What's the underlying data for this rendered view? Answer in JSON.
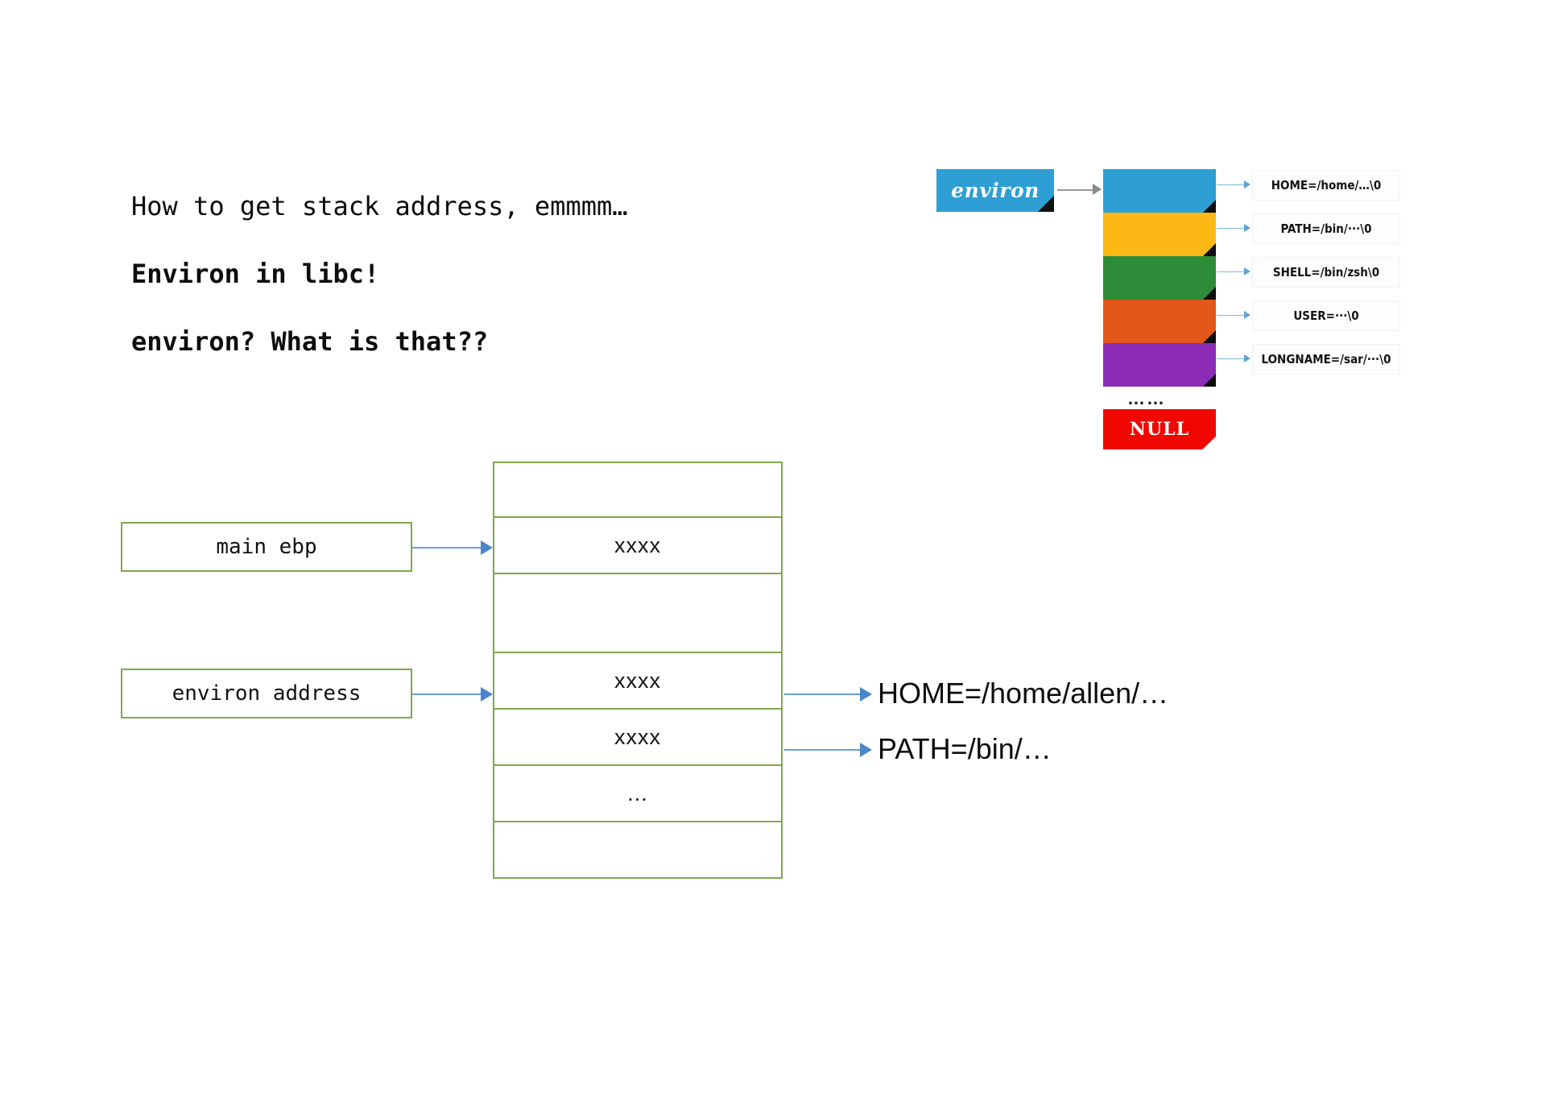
{
  "slide": {
    "lines": [
      {
        "id": "intro",
        "text": "How to get stack address, emmmm…"
      },
      {
        "id": "environ_libc",
        "text": "Environ in libc!"
      },
      {
        "id": "environ_q",
        "text": "environ? What is that??"
      }
    ]
  },
  "stack_diagram": {
    "left_labels": {
      "main_ebp": "main ebp",
      "environ_address": "environ address"
    },
    "rows": [
      {
        "value": "",
        "size": "small"
      },
      {
        "value": "xxxx",
        "size": "medium"
      },
      {
        "value": "",
        "size": "tall"
      },
      {
        "value": "xxxx",
        "size": "medium"
      },
      {
        "value": "xxxx",
        "size": "medium"
      },
      {
        "value": "…",
        "size": "medium"
      },
      {
        "value": "",
        "size": "small"
      }
    ],
    "env_strings": [
      "HOME=/home/allen/…",
      "PATH=/bin/…"
    ]
  },
  "environ_figure": {
    "pointer_label": "environ",
    "null_label": "NULL",
    "ellipsis": "……",
    "cells": [
      {
        "color": "#2e9fd4",
        "label": "HOME=/home/…\\0"
      },
      {
        "color": "#fcb815",
        "label": "PATH=/bin/···\\0"
      },
      {
        "color": "#2e8b37",
        "label": "SHELL=/bin/zsh\\0"
      },
      {
        "color": "#e2571a",
        "label": "USER=···\\0"
      },
      {
        "color": "#8c2bb5",
        "label": "LONGNAME=/sar/···\\0"
      }
    ]
  },
  "colors": {
    "box_border_green": "#7fa84c",
    "arrow_blue": "#4a87c8",
    "null_red": "#f00800",
    "chip_blue": "#2e9fd4"
  }
}
